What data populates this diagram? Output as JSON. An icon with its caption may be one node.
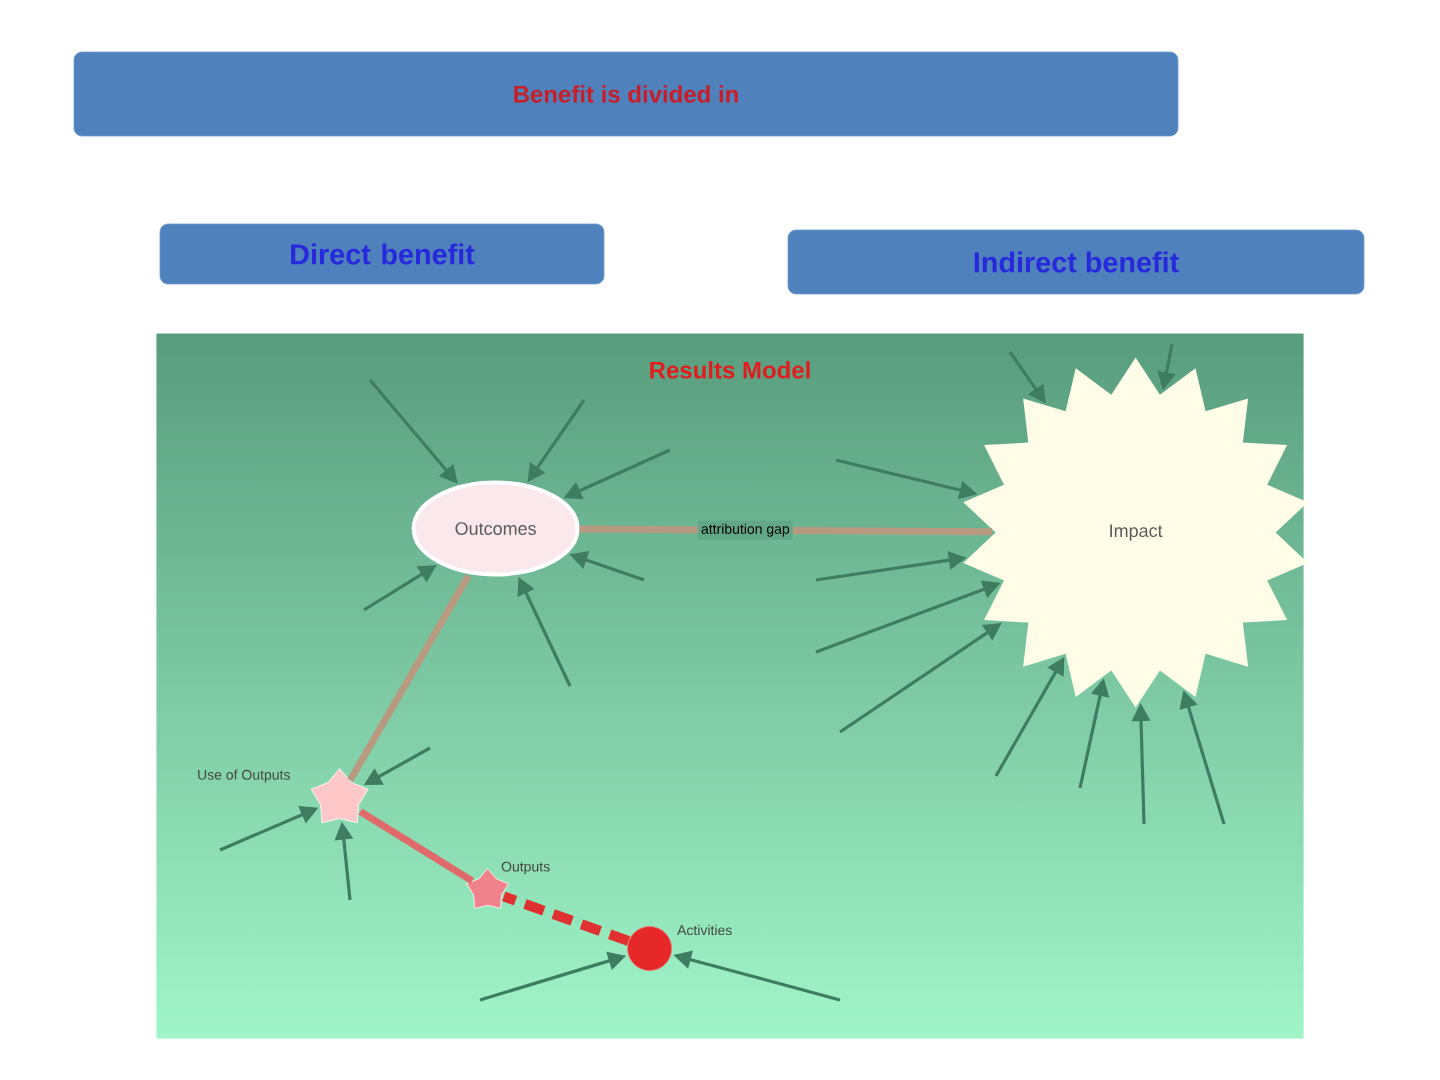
{
  "diagram": {
    "nodes": [
      {
        "text": [
          "Benefit is divided in"
        ]
      },
      {
        "text": [
          "Direct benefit"
        ]
      },
      {
        "text": [
          "Indirect benefit"
        ]
      },
      {
        "text": [
          "Results Model"
        ]
      },
      {
        "text": [
          "Outcomes"
        ],
        "in": 3
      },
      {
        "text": [
          "Impact"
        ],
        "in": 3
      },
      {
        "text": [],
        "shape": "star",
        "in": 3,
        "beside": [
          "Use of Outputs"
        ]
      },
      {
        "text": [],
        "shape": "star",
        "in": 3,
        "beside": [
          "Outputs"
        ]
      },
      {
        "text": [],
        "shape": "circle",
        "in": 3,
        "beside": [
          "Activities"
        ]
      }
    ],
    "edges": [
      {
        "from": 8,
        "to": 7,
        "arrow": "none",
        "style": "dashed",
        "color": "#e03030"
      },
      {
        "from": 7,
        "to": 6,
        "arrow": "none",
        "style": "thick",
        "color": "#e06a6a"
      },
      {
        "from": 6,
        "to": 4,
        "arrow": "none",
        "style": "thick",
        "color": "#b89a80"
      },
      {
        "from": 4,
        "to": 5,
        "arrow": "none",
        "label": "attribution gap",
        "style": "thick",
        "color": "#b89a80"
      },
      {
        "from": null,
        "to": 4,
        "arrow": "to"
      },
      {
        "from": null,
        "to": 4,
        "arrow": "to"
      },
      {
        "from": null,
        "to": 4,
        "arrow": "to"
      },
      {
        "from": null,
        "to": 4,
        "arrow": "to"
      },
      {
        "from": null,
        "to": 4,
        "arrow": "to"
      },
      {
        "from": null,
        "to": 4,
        "arrow": "to"
      },
      {
        "from": null,
        "to": 5,
        "arrow": "to"
      },
      {
        "from": null,
        "to": 5,
        "arrow": "to"
      },
      {
        "from": null,
        "to": 5,
        "arrow": "to"
      },
      {
        "from": null,
        "to": 5,
        "arrow": "to"
      },
      {
        "from": null,
        "to": 5,
        "arrow": "to"
      },
      {
        "from": null,
        "to": 5,
        "arrow": "to"
      },
      {
        "from": null,
        "to": 5,
        "arrow": "to"
      },
      {
        "from": null,
        "to": 5,
        "arrow": "to"
      },
      {
        "from": null,
        "to": 5,
        "arrow": "to"
      },
      {
        "from": null,
        "to": 5,
        "arrow": "to"
      },
      {
        "from": null,
        "to": 6,
        "arrow": "to"
      },
      {
        "from": null,
        "to": 6,
        "arrow": "to"
      },
      {
        "from": null,
        "to": 6,
        "arrow": "to"
      },
      {
        "from": null,
        "to": 8,
        "arrow": "to"
      },
      {
        "from": null,
        "to": 8,
        "arrow": "to"
      }
    ]
  }
}
